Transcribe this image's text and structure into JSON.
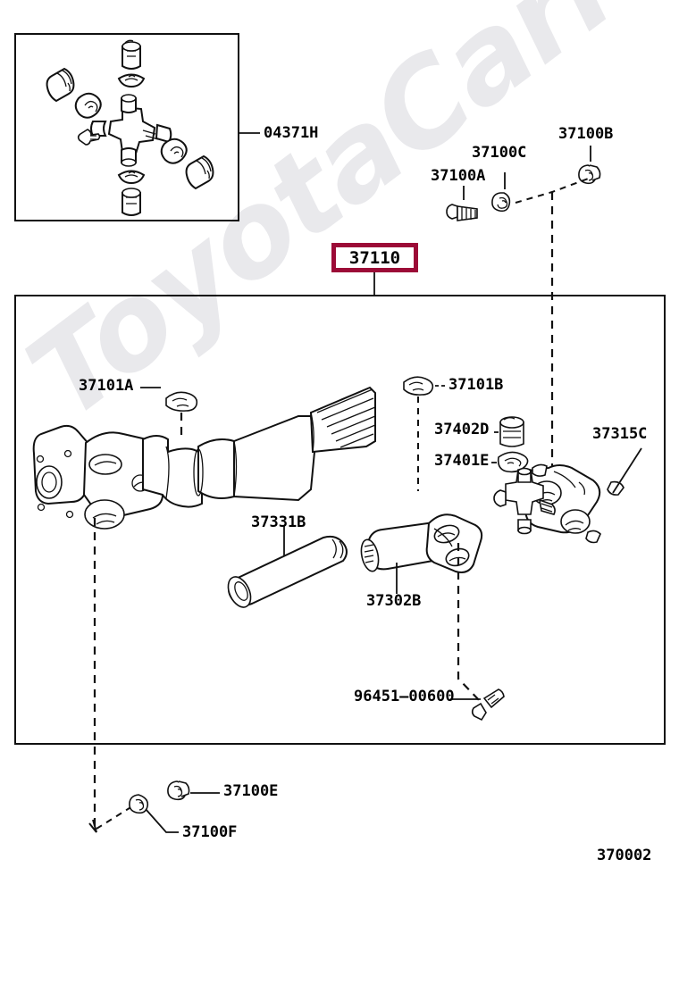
{
  "diagram": {
    "drawing_number": "370002",
    "watermark_text": "ToyotaCarMine.ru",
    "title_part_number": "37110",
    "accent_color": "#9c0b37",
    "line_color": "#111111",
    "background_color": "#ffffff"
  },
  "inset_box": {
    "name": "universal-joint-kit-inset",
    "callout": "04371H"
  },
  "callouts": {
    "top_right": [
      {
        "id": "37100A",
        "label": "37100A"
      },
      {
        "id": "37100C",
        "label": "37100C"
      },
      {
        "id": "37100B",
        "label": "37100B"
      }
    ],
    "main": [
      {
        "id": "37101A",
        "label": "37101A"
      },
      {
        "id": "37101B",
        "label": "37101B"
      },
      {
        "id": "37402D",
        "label": "37402D"
      },
      {
        "id": "37401E",
        "label": "37401E"
      },
      {
        "id": "37315C",
        "label": "37315C"
      },
      {
        "id": "37331B",
        "label": "37331B"
      },
      {
        "id": "37302B",
        "label": "37302B"
      },
      {
        "id": "96451-00600",
        "label": "96451‒00600"
      }
    ],
    "bottom": [
      {
        "id": "37100E",
        "label": "37100E"
      },
      {
        "id": "37100F",
        "label": "37100F"
      }
    ]
  }
}
